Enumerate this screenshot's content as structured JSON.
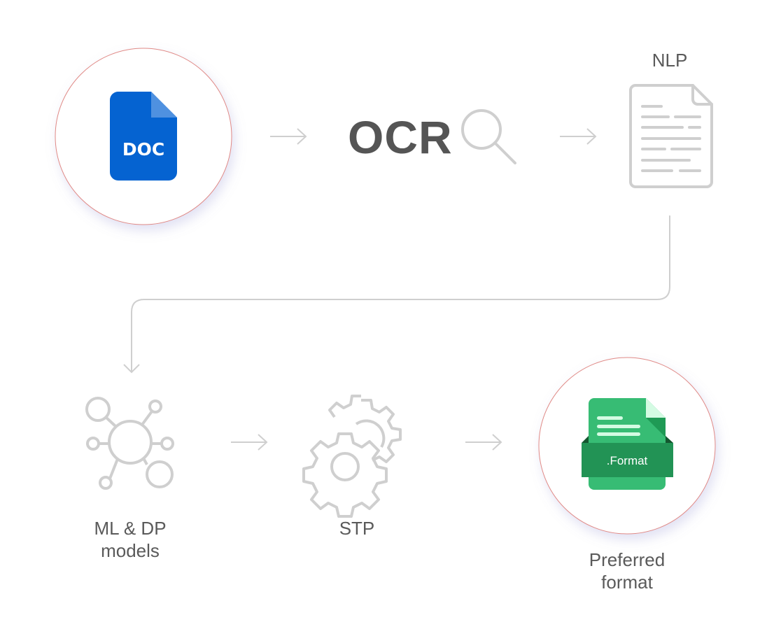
{
  "steps": {
    "source_doc": {
      "icon": "doc-file-icon",
      "badge": "DOC",
      "color": "#0563d1"
    },
    "ocr": {
      "label": "OCR",
      "icon": "magnifier-icon"
    },
    "nlp": {
      "label": "NLP",
      "icon": "text-document-icon"
    },
    "ml": {
      "label_line1": "ML & DP",
      "label_line2": "models",
      "icon": "network-icon"
    },
    "stp": {
      "label": "STP",
      "icon": "gears-icon"
    },
    "output": {
      "label_line1": "Preferred",
      "label_line2": "format",
      "badge": ".Format",
      "icon": "format-file-icon",
      "color": "#37bc74"
    }
  },
  "colors": {
    "ring": "#e08a86",
    "line": "#cfcfcf",
    "text": "#555555"
  }
}
